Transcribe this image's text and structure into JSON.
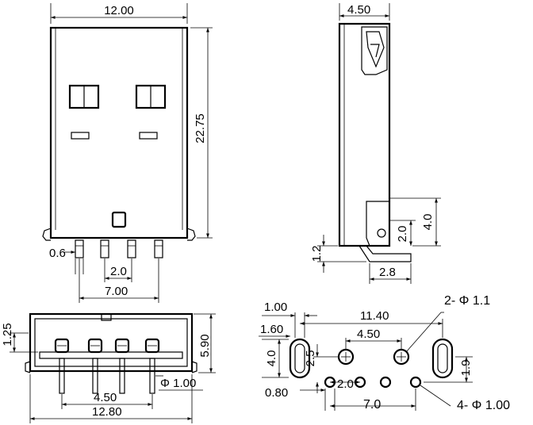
{
  "top_view": {
    "width_dim": "12.00",
    "length_dim": "22.75",
    "pin_thickness_dim": "0.6",
    "inner_pitch_dim": "2.0",
    "outer_pitch_dim": "7.00"
  },
  "side_view": {
    "thickness_dim": "4.50",
    "height_dim": "4.0",
    "peg_height_dim": "2.0",
    "lead_height_dim": "1.2",
    "lead_length_dim": "2.8"
  },
  "front_view": {
    "height_left_dim": "1.25",
    "overall_height_dim": "5.90",
    "pin_diameter_dim": "Φ 1.00",
    "pin_span_dim": "4.50",
    "overall_width_dim": "12.80"
  },
  "footprint": {
    "hole_width_dim": "1.00",
    "hole_offset_dim": "1.60",
    "span_dim": "11.40",
    "post_spacing_dim": "4.50",
    "slot_height_dim": "4.0",
    "post_offset_dim": "2.5",
    "signal_offset_dim": "1.9",
    "pad_dim": "0.80",
    "signal_pitch_dim": "2.0",
    "signal_span_dim": "7.0",
    "post_hole_note": "2- Φ 1.1",
    "signal_hole_note": "4- Φ 1.00"
  }
}
